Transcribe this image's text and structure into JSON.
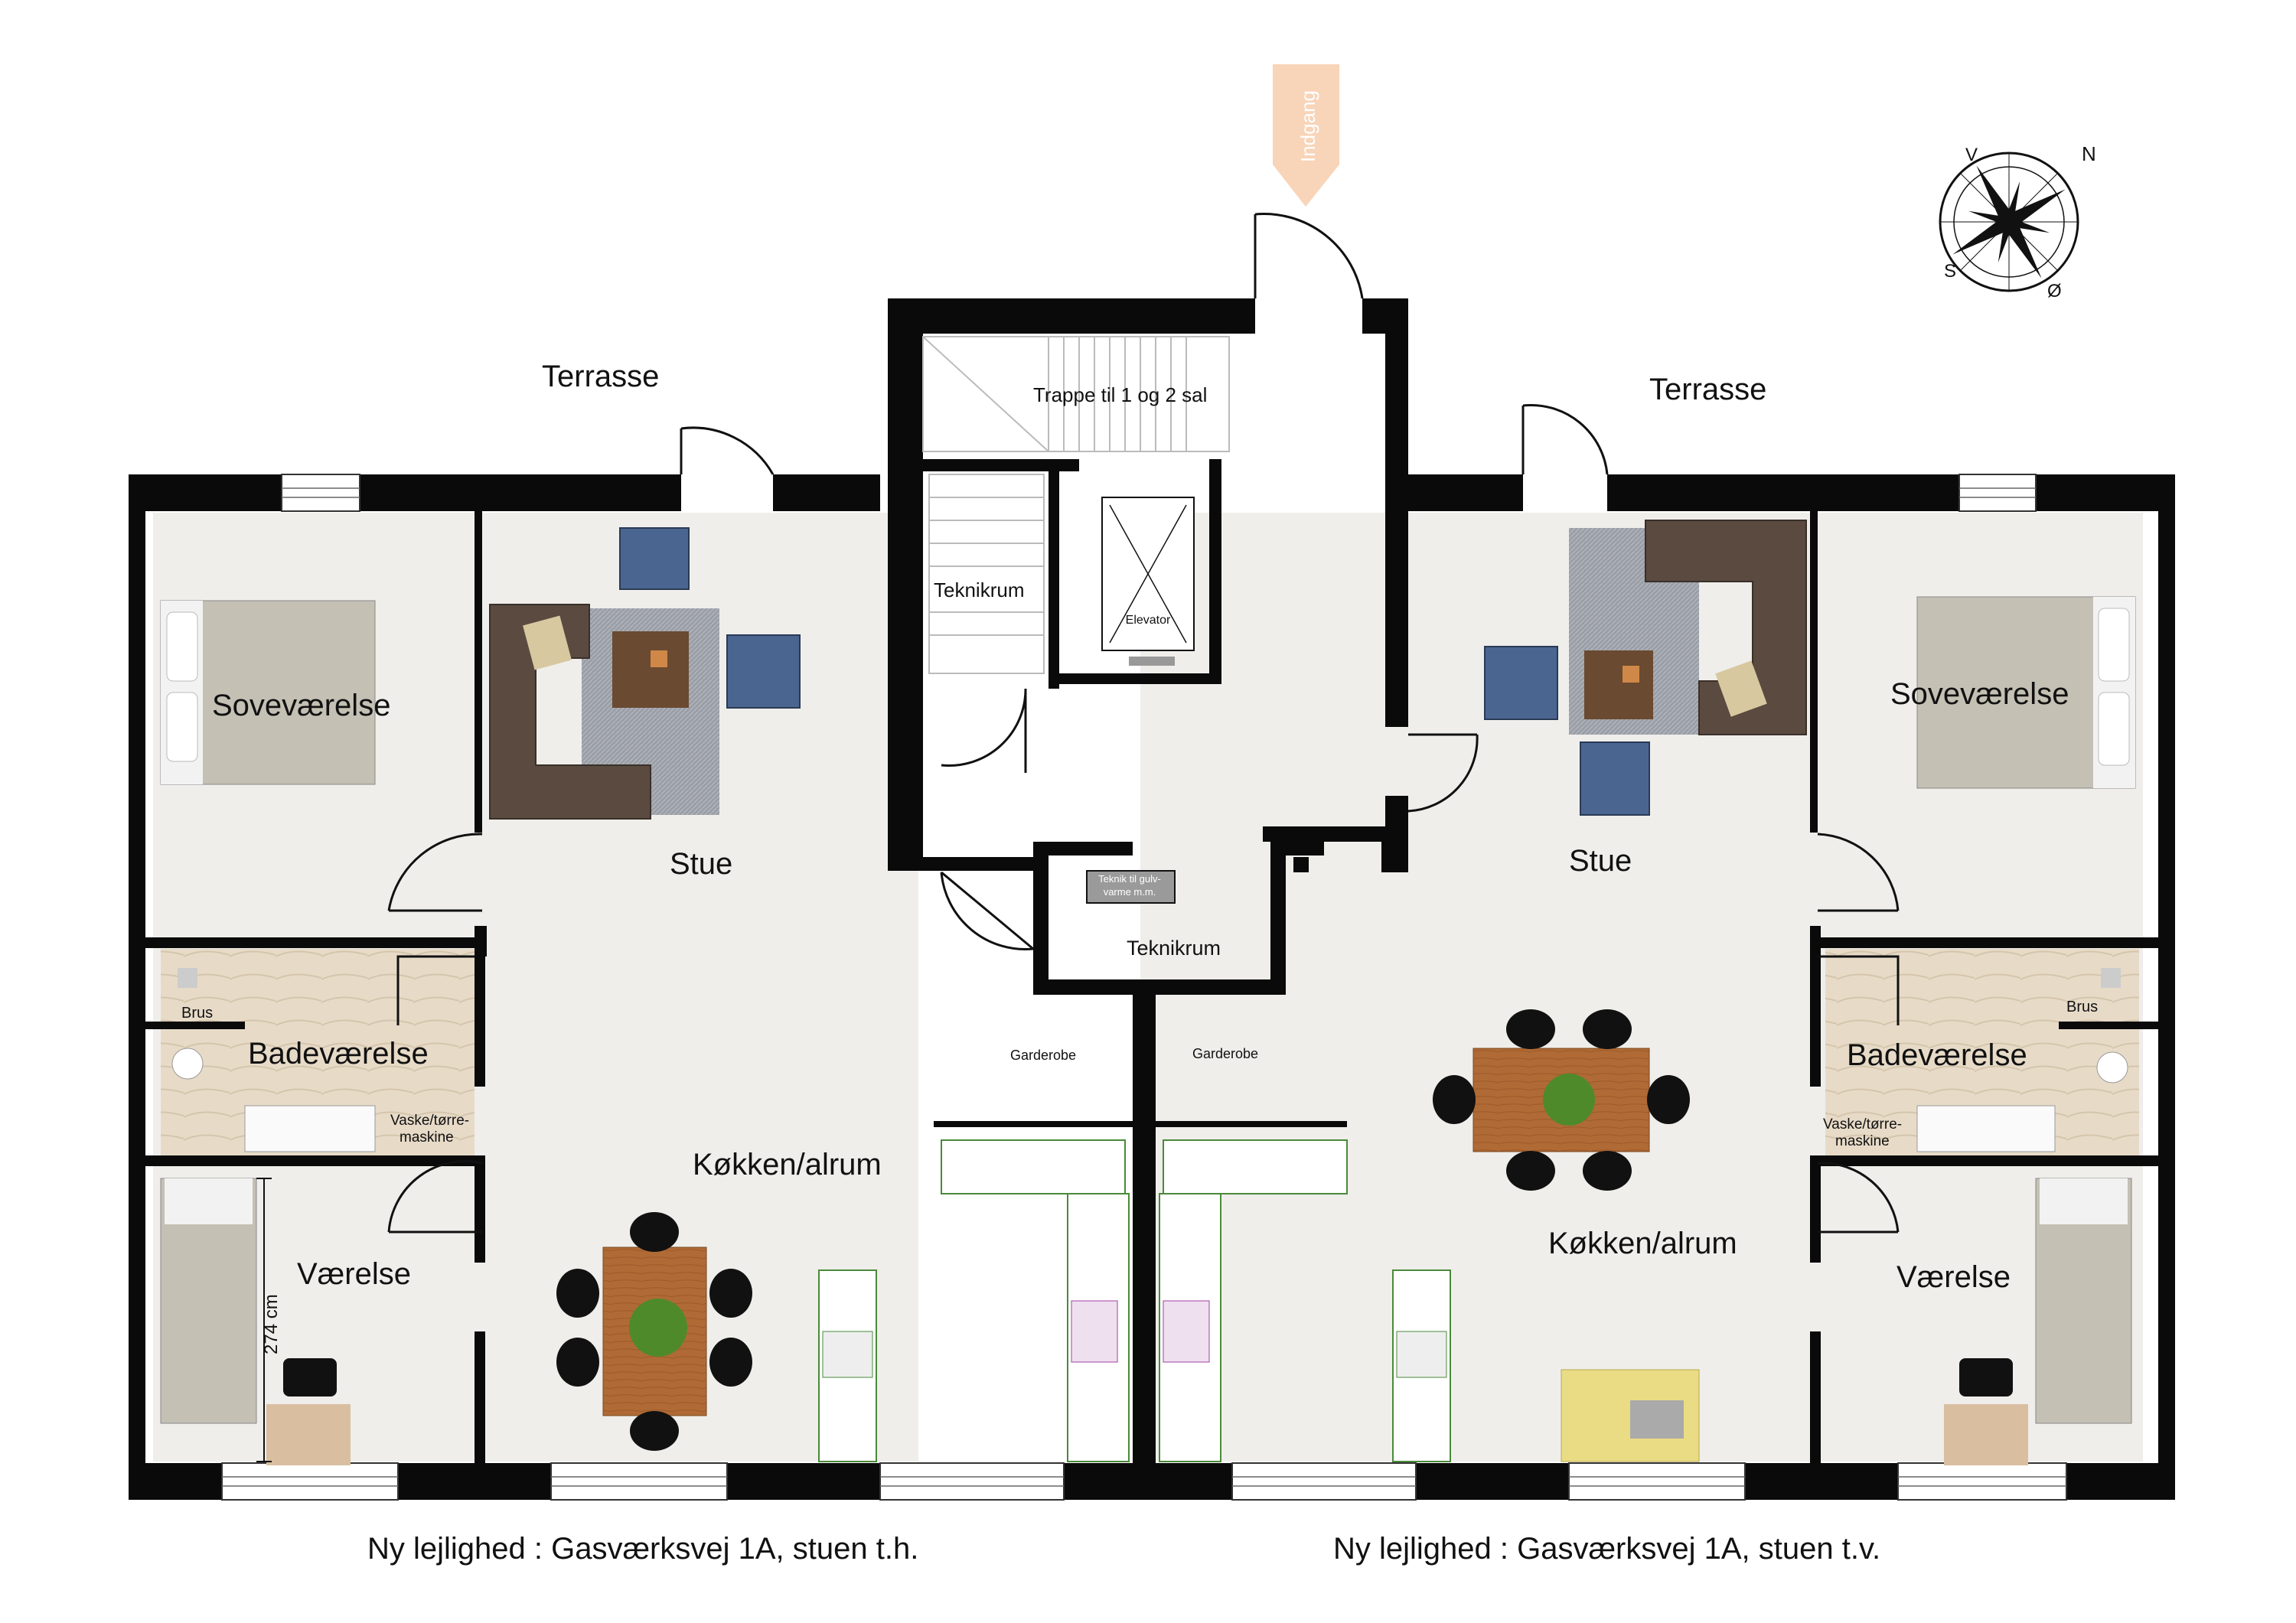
{
  "entrance": {
    "label": "Indgang"
  },
  "compass": {
    "letters": [
      "N",
      "S",
      "Ø",
      "V"
    ]
  },
  "left_unit": {
    "terrace": "Terrasse",
    "bedroom": "Soveværelse",
    "living": "Stue",
    "bathroom": "Badeværelse",
    "shower": "Brus",
    "washer": [
      "Vaske/tørre-",
      "maskine"
    ],
    "room": "Værelse",
    "room_dim": "274 cm",
    "kitchen": "Køkken/alrum",
    "wardrobe": "Garderobe",
    "address": "Ny lejlighed : Gasværksvej 1A, stuen t.h."
  },
  "right_unit": {
    "terrace": "Terrasse",
    "bedroom": "Soveværelse",
    "living": "Stue",
    "bathroom": "Badeværelse",
    "shower": "Brus",
    "washer": [
      "Vaske/tørre-",
      "maskine"
    ],
    "room": "Værelse",
    "kitchen": "Køkken/alrum",
    "wardrobe": "Garderobe",
    "address": "Ny lejlighed : Gasværksvej 1A, stuen t.v."
  },
  "core": {
    "stairs": "Trappe til 1 og 2 sal",
    "tech_room_top": "Teknikrum",
    "elevator": "Elevator",
    "tech_room_bottom": "Teknikrum",
    "floor_heating": [
      "Teknik til gulv-",
      "varme m.m."
    ]
  },
  "colors": {
    "wall": "#0a0a0a",
    "floor": "#efeeeb",
    "wood_table": "#b06a35",
    "sofa": "#5a4a40",
    "armchair": "#4a6690",
    "rug": "#9a9ea6",
    "bed": "#c4c0b4",
    "entrance_arrow": "#f8d4b8",
    "bath_floor": "#e5d9c6",
    "yellow_sofa": "#eadc84"
  }
}
